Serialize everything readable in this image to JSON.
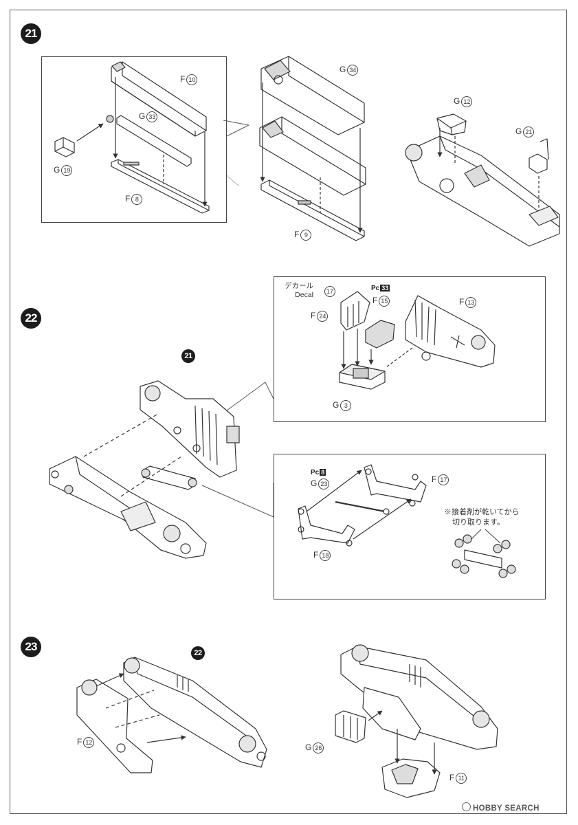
{
  "steps": [
    {
      "number": "21"
    },
    {
      "number": "22"
    },
    {
      "number": "23"
    }
  ],
  "refs": {
    "step22_ref": "21",
    "step23_ref": "22"
  },
  "labels": {
    "s21_f10": {
      "letter": "F",
      "num": "10"
    },
    "s21_g33": {
      "letter": "G",
      "num": "33"
    },
    "s21_g19": {
      "letter": "G",
      "num": "19"
    },
    "s21_f8": {
      "letter": "F",
      "num": "8"
    },
    "s21_g34": {
      "letter": "G",
      "num": "34"
    },
    "s21_f9": {
      "letter": "F",
      "num": "9"
    },
    "s21_g12": {
      "letter": "G",
      "num": "12"
    },
    "s21_g21": {
      "letter": "G",
      "num": "21"
    },
    "s22_f24": {
      "letter": "F",
      "num": "24"
    },
    "s22_f15": {
      "letter": "F",
      "num": "15"
    },
    "s22_f13": {
      "letter": "F",
      "num": "13"
    },
    "s22_g3": {
      "letter": "G",
      "num": "3"
    },
    "s22_g23": {
      "letter": "G",
      "num": "23"
    },
    "s22_f17": {
      "letter": "F",
      "num": "17"
    },
    "s22_f18": {
      "letter": "F",
      "num": "18"
    },
    "s23_f12": {
      "letter": "F",
      "num": "12"
    },
    "s23_g26": {
      "letter": "G",
      "num": "26"
    },
    "s23_f11": {
      "letter": "F",
      "num": "11"
    }
  },
  "decal": {
    "jp": "デカール",
    "en": "Decal",
    "num": "17"
  },
  "paint_codes": {
    "pc33": {
      "prefix": "Pc",
      "num": "33"
    },
    "pc8": {
      "prefix": "Pc",
      "num": "8"
    }
  },
  "note": {
    "line1": "※接着剤が乾いてから",
    "line2": "切り取ります。"
  },
  "watermark": {
    "text": "HOBBY SEARCH"
  }
}
